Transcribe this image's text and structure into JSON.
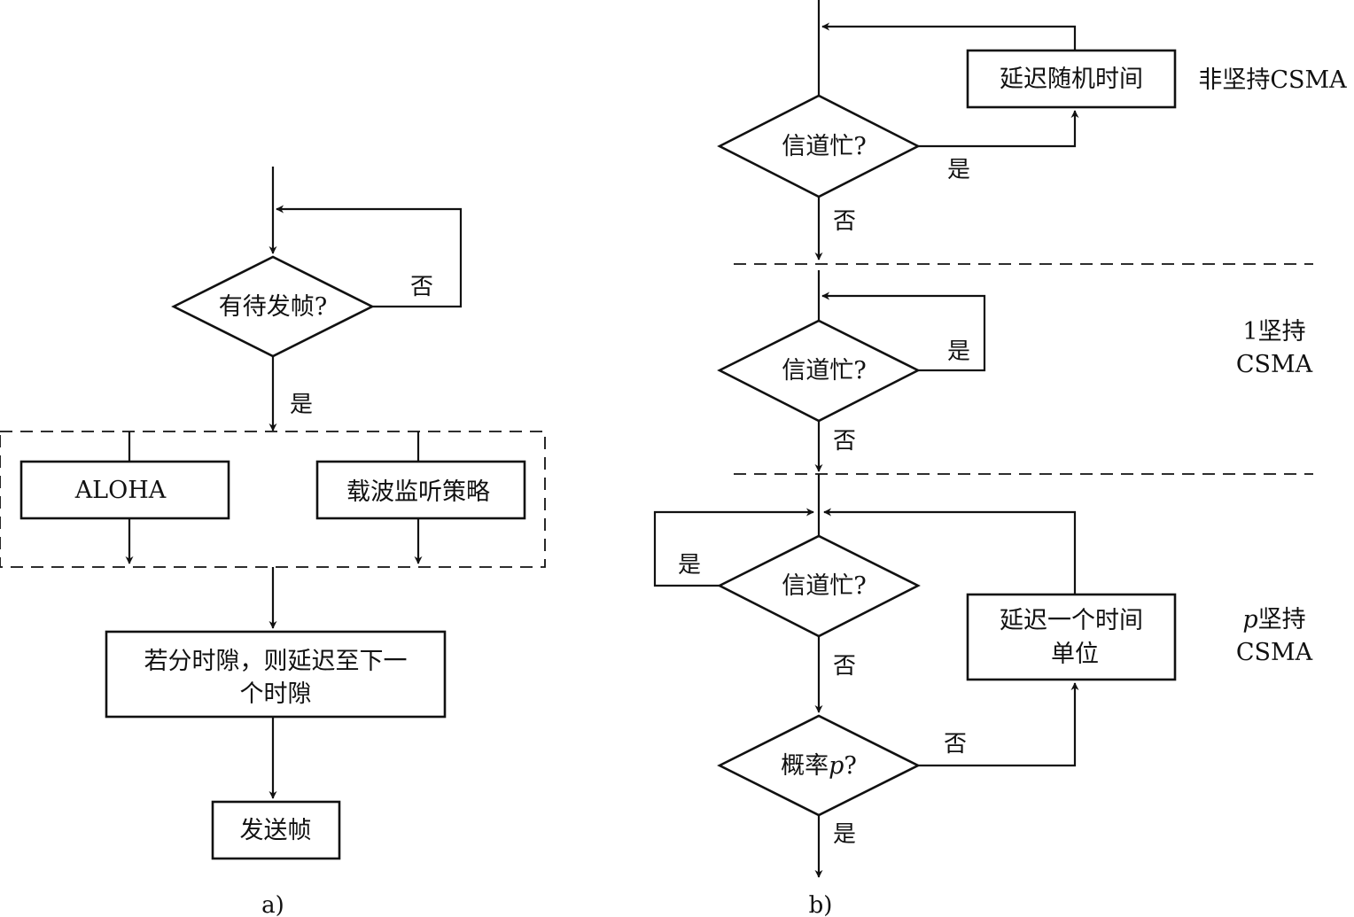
{
  "left": {
    "decision_pending": "有待发帧?",
    "no_label": "否",
    "yes_label": "是",
    "aloha": "ALOHA",
    "carrier_sense": "载波监听策略",
    "slot_line1": "若分时隙，则延迟至下一",
    "slot_line2": "个时隙",
    "send_frame": "发送帧",
    "caption": "a)"
  },
  "right": {
    "nonpersistent": {
      "decision": "信道忙?",
      "delay_random": "延迟随机时间",
      "yes_label": "是",
      "no_label": "否",
      "side_label": "非坚持CSMA"
    },
    "one_persistent": {
      "decision": "信道忙?",
      "yes_label": "是",
      "no_label": "否",
      "side_line1": "1坚持",
      "side_line2": "CSMA"
    },
    "p_persistent": {
      "decision": "信道忙?",
      "yes_label": "是",
      "no_label": "否",
      "delay_line1": "延迟一个时间",
      "delay_line2": "单位",
      "prob_prefix": "概率",
      "prob_var": "p",
      "prob_suffix": "?",
      "prob_no": "否",
      "prob_yes": "是",
      "side_var": "p",
      "side_line1": "坚持",
      "side_line2": "CSMA"
    },
    "caption": "b)"
  }
}
